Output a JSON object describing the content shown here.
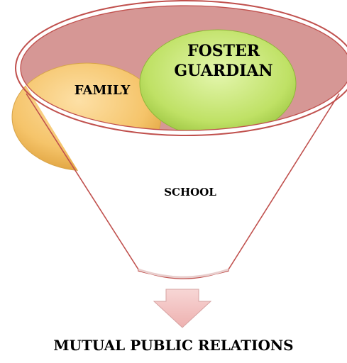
{
  "labels": {
    "family": "FAMILY",
    "foster_line1": "FOSTER",
    "foster_line2": "GUARDIAN",
    "school": "SCHOOL",
    "result": "MUTUAL PUBLIC RELATIONS"
  },
  "colors": {
    "funnel_outline": "#c0504d",
    "funnel_rim_fill": "#d69795",
    "family_fill": "#f5c46a",
    "foster_fill": "#b6dd5c",
    "arrow_fill": "#f3c1c0",
    "arrow_outline": "#d6a3a2"
  }
}
